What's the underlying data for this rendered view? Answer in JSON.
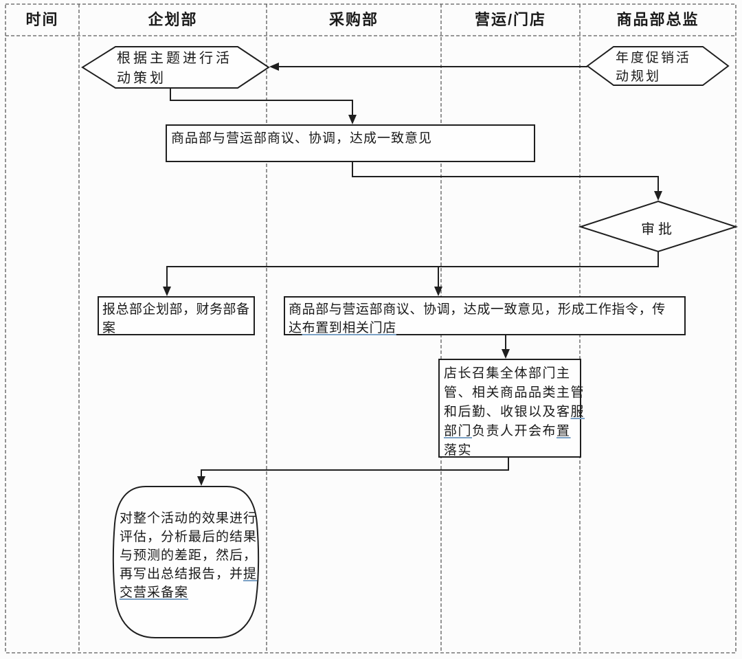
{
  "header": {
    "columns": [
      "时间",
      "企划部",
      "采购部",
      "营运/门店",
      "商品部总监"
    ]
  },
  "nodes": {
    "theme_planning": {
      "shape": "hexagon",
      "lines": [
        [
          {
            "t": "根据主题进行活"
          }
        ],
        [
          {
            "t": "动策划"
          }
        ]
      ]
    },
    "annual_promo": {
      "shape": "hexagon",
      "lines": [
        [
          {
            "t": "年度促销活"
          }
        ],
        [
          {
            "t": "动规划"
          }
        ]
      ]
    },
    "consult_agree": {
      "shape": "rect",
      "lines": [
        [
          {
            "t": "商品部与营运部商议、协调，达成一致意见"
          }
        ]
      ]
    },
    "approval": {
      "shape": "diamond",
      "lines": [
        [
          {
            "t": "审批"
          }
        ]
      ]
    },
    "filing": {
      "shape": "rect",
      "lines": [
        [
          {
            "t": "报总部企划部，财务部备"
          }
        ],
        [
          {
            "t": "案"
          }
        ]
      ]
    },
    "work_directive": {
      "shape": "rect",
      "lines": [
        [
          {
            "t": "商品部与营运部商议、协调，达成一致意见，形成工作指令，传"
          }
        ],
        [
          {
            "t": "达"
          },
          {
            "t": "布置到相关门店",
            "u": true
          }
        ]
      ]
    },
    "store_meeting": {
      "shape": "rect",
      "lines": [
        [
          {
            "t": "店长召集全体部门主"
          }
        ],
        [
          {
            "t": "管、相关商品品类主管"
          }
        ],
        [
          {
            "t": "和后勤、收银以及客"
          },
          {
            "t": "服",
            "u": true
          }
        ],
        [
          {
            "t": "部门",
            "u": true
          },
          {
            "t": "负责人开会布"
          },
          {
            "t": "置",
            "u": true
          }
        ],
        [
          {
            "t": "落实"
          }
        ]
      ]
    },
    "evaluation": {
      "shape": "rounded",
      "lines": [
        [
          {
            "t": "对整个活动的效果进行"
          }
        ],
        [
          {
            "t": "评估，分析最后的结果"
          }
        ],
        [
          {
            "t": "与预测的差距，然后，"
          }
        ],
        [
          {
            "t": "再写出总结报告，并"
          },
          {
            "t": "提",
            "u": true
          }
        ],
        [
          {
            "t": "交营采备案",
            "u": true
          }
        ]
      ]
    }
  },
  "colors": {
    "stroke": "#1f1f1f",
    "grid": "#5a5a5a",
    "background": "#fcfcfc",
    "text": "#1a1a1a",
    "underline": "#7aa0c4"
  }
}
